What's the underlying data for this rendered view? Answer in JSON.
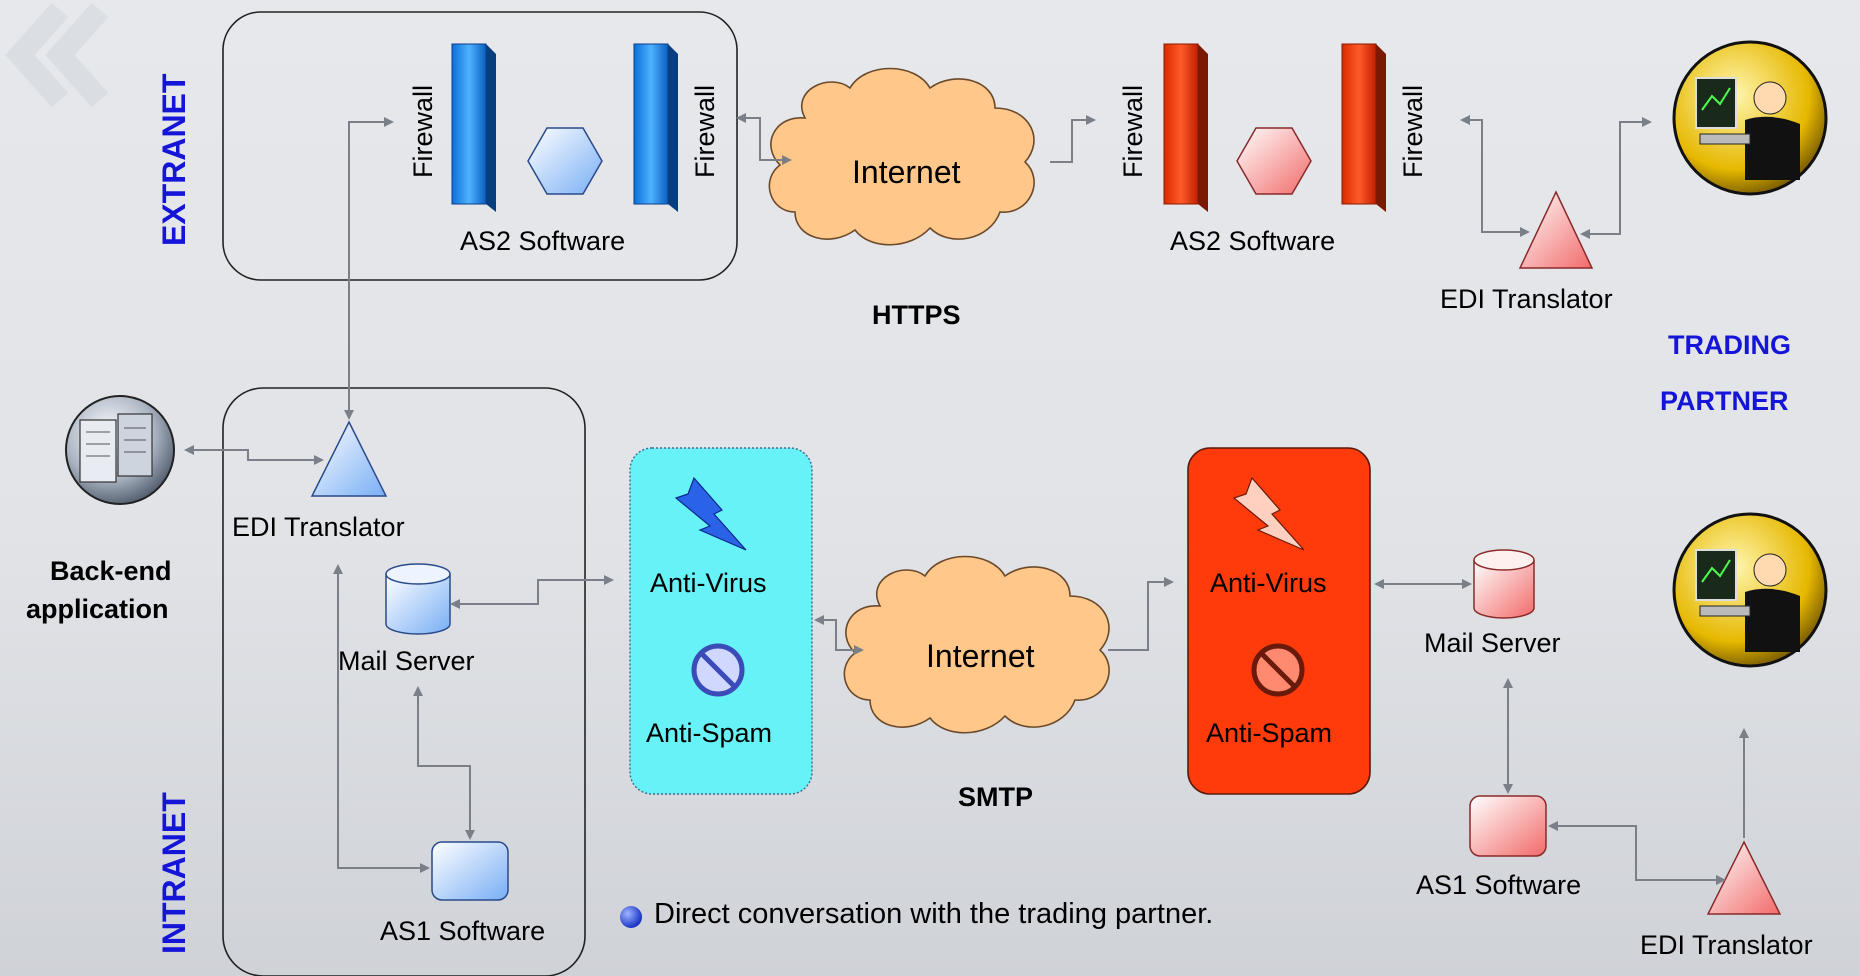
{
  "zones": {
    "extranet": "EXTRANET",
    "intranet": "INTRANET"
  },
  "firewall": "Firewall",
  "as2_left": "AS2 Software",
  "as2_right": "AS2 Software",
  "internet_top": "Internet",
  "internet_bottom": "Internet",
  "https": "HTTPS",
  "smtp": "SMTP",
  "trading_partner": {
    "line1": "TRADING",
    "line2": "PARTNER"
  },
  "edi_left": "EDI Translator",
  "edi_right_top": "EDI Translator",
  "edi_right_bottom": "EDI Translator",
  "backend": {
    "line1": "Back-end",
    "line2": "application"
  },
  "mail_left": "Mail Server",
  "mail_right": "Mail Server",
  "as1_left": "AS1 Software",
  "as1_right": "AS1 Software",
  "antivirus": "Anti-Virus",
  "antispam": "Anti-Spam",
  "bullet_note": "Direct conversation with the trading partner.",
  "colors": {
    "blue_accent": "#1515d8",
    "cyan_box": "#66f2f7",
    "red_box": "#ff3b0c",
    "cloud": "#ffc78a"
  }
}
